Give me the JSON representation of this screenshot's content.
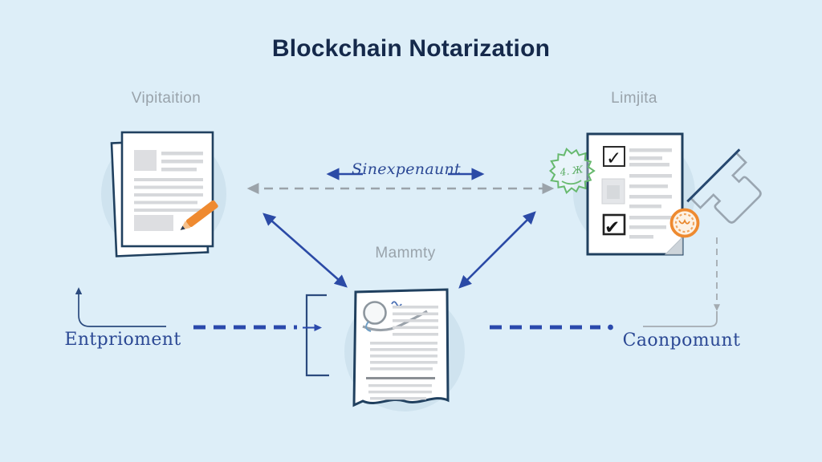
{
  "title": "Blockchain Notarization",
  "labels": {
    "top_left_doc": "Vipitaition",
    "top_right_doc": "Limjita",
    "center_doc": "Mammty",
    "bottom_left": "Entprioment",
    "bottom_right": "Caonpomunt",
    "horizontal_arrow": "Sinexpenaunt",
    "green_seal_scribble": "4. Ж"
  },
  "icons": {
    "checkbox_checked_light": "✓",
    "checkbox_checked_bold": "✔"
  },
  "colors": {
    "background": "#ddeef8",
    "title_text": "#15294b",
    "muted_label": "#99a3ab",
    "accent_blue": "#2b4894",
    "accent_blue2": "#2b4aa6",
    "document_border": "#20405f",
    "node_circle": "#cfe3ef",
    "content_line": "#d6d8db",
    "accent_orange": "#ef8a30",
    "seal_green": "#67b96e",
    "connector_gray": "#9ba3aa"
  }
}
